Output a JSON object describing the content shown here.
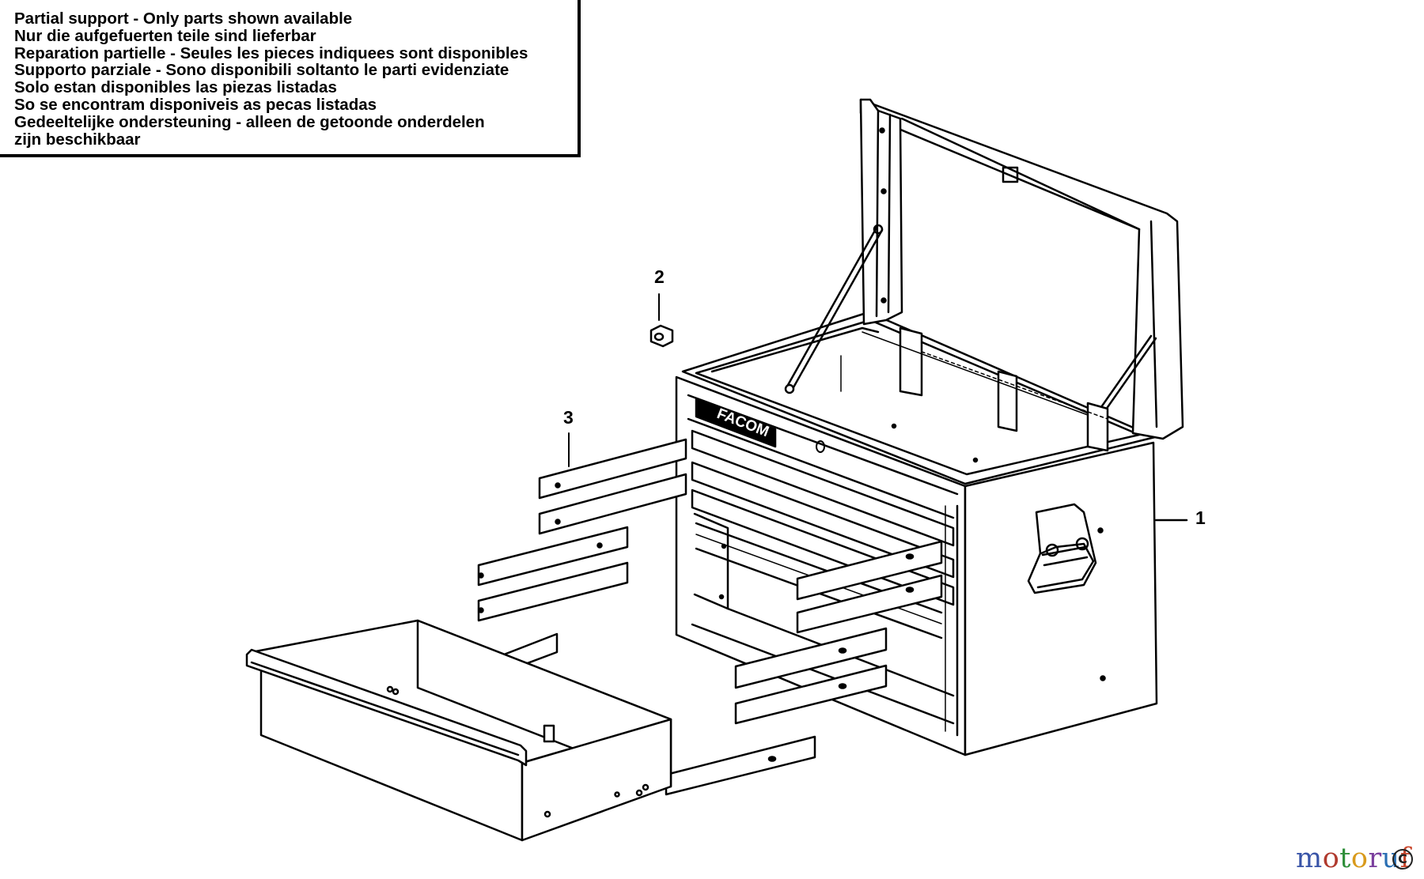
{
  "notice": {
    "lines": [
      "Partial support - Only parts shown available",
      "Nur die aufgefuerten teile sind lieferbar",
      "Reparation partielle - Seules les pieces indiquees sont disponibles",
      "Supporto parziale - Sono disponibili soltanto le parti evidenziate",
      "Solo estan disponibles las piezas listadas",
      "So se encontram disponiveis as pecas listadas",
      "Gedeeltelijke ondersteuning - alleen de getoonde onderdelen",
      "zijn beschikbaar"
    ]
  },
  "callouts": {
    "part1": "1",
    "part2": "2",
    "part3": "3"
  },
  "brand": "FACOM",
  "watermark": {
    "letters": [
      "m",
      "o",
      "t",
      "o",
      "r",
      "u",
      "f"
    ],
    "symbol": "C"
  }
}
